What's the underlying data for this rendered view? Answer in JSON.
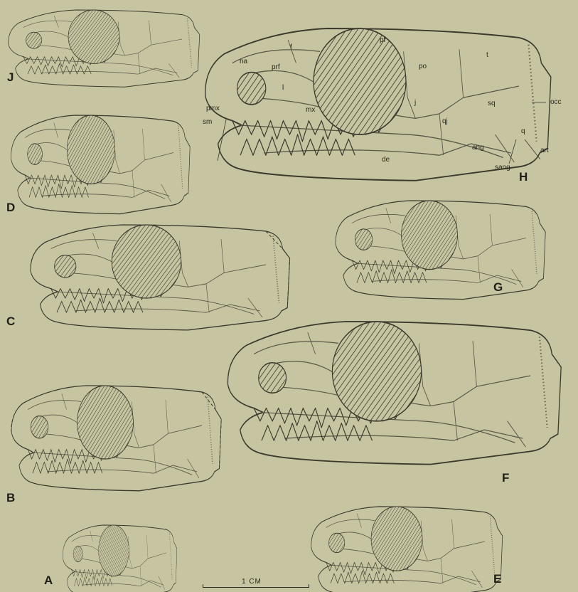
{
  "panel_labels": {
    "A": "A",
    "B": "B",
    "C": "C",
    "D": "D",
    "E": "E",
    "F": "F",
    "G": "G",
    "H": "H",
    "J": "J"
  },
  "bone_labels": {
    "na": "na",
    "f": "f",
    "pf": "pf",
    "prf": "prf",
    "l": "l",
    "po": "po",
    "t": "t",
    "pmx": "pmx",
    "mx": "mx",
    "j": "j",
    "sq": "sq",
    "occ": "occ",
    "sm": "sm",
    "qj": "qj",
    "q": "q",
    "art": "art",
    "ang": "ang",
    "de": "de",
    "sang": "sang"
  },
  "scale_bar": {
    "label": "1 CM"
  }
}
